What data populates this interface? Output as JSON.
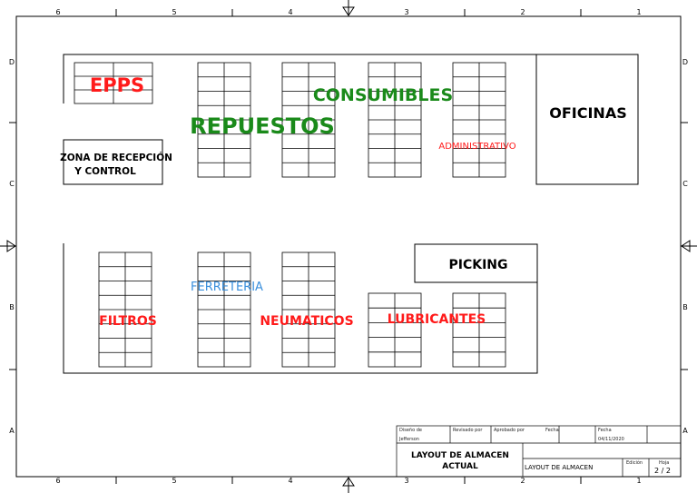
{
  "frame": {
    "columns": [
      "6",
      "5",
      "4",
      "3",
      "2",
      "1"
    ],
    "rows": [
      "D",
      "C",
      "B",
      "A"
    ]
  },
  "zones": {
    "epps": "EPPS",
    "consumibles": "CONSUMIBLES",
    "repuestos": "REPUESTOS",
    "oficinas": "OFICINAS",
    "administrativo": "ADMINISTRATIVO",
    "recepcion_line1": "ZONA DE RECEPCIÓN",
    "recepcion_line2": "Y CONTROL",
    "picking": "PICKING",
    "ferreteria": "FERRETERIA",
    "filtros": "FILTROS",
    "neumaticos": "NEUMATICOS",
    "lubricantes": "LUBRICANTES"
  },
  "title_block": {
    "designed_by_label": "Diseño de",
    "designed_by": "Jefferson",
    "reviewed_by_label": "Revisado por",
    "approved_by_label": "Aprobado por",
    "date_label_1": "Fecha",
    "date_label_2": "Fecha",
    "date": "04/11/2020",
    "title_line1": "LAYOUT DE ALMACEN",
    "title_line2": "ACTUAL",
    "drawing_name": "LAYOUT DE ALMACEN",
    "edition_label": "Edición",
    "sheet_label": "Hoja",
    "sheet": "2 / 2"
  }
}
